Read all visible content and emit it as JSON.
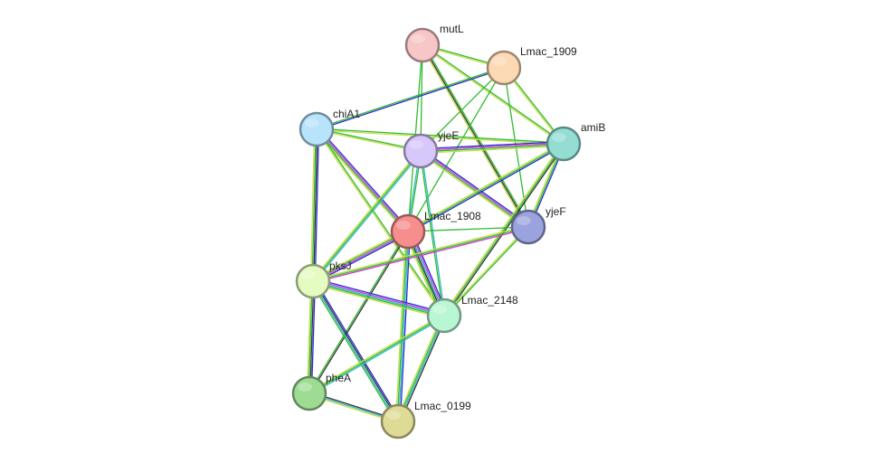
{
  "nodes": [
    {
      "id": "mutL",
      "label": "mutL",
      "color": "#f7c6c7"
    },
    {
      "id": "Lmac_1909",
      "label": "Lmac_1909",
      "color": "#fdd9b5"
    },
    {
      "id": "chiA1",
      "label": "chiA1",
      "color": "#b7e3fb"
    },
    {
      "id": "yjeE",
      "label": "yjeE",
      "color": "#d7c7fb"
    },
    {
      "id": "amiB",
      "label": "amiB",
      "color": "#93ddd3"
    },
    {
      "id": "Lmac_1908",
      "label": "Lmac_1908",
      "color": "#f68e8e"
    },
    {
      "id": "yjeF",
      "label": "yjeF",
      "color": "#9aa3de"
    },
    {
      "id": "pksJ",
      "label": "pksJ",
      "color": "#e4fbc1"
    },
    {
      "id": "Lmac_2148",
      "label": "Lmac_2148",
      "color": "#b9f7d4"
    },
    {
      "id": "pheA",
      "label": "pheA",
      "color": "#9edc94"
    },
    {
      "id": "Lmac_0199",
      "label": "Lmac_0199",
      "color": "#dedb96"
    }
  ],
  "edge_colors": {
    "green": "#2fbb2f",
    "yellow": "#c7dd4a",
    "blue": "#2a2bd6",
    "pink": "#d43bd4",
    "cyan": "#2fb8c8",
    "black": "#333333"
  },
  "edges": [
    {
      "a": "mutL",
      "b": "Lmac_1909",
      "types": [
        "green",
        "yellow"
      ]
    },
    {
      "a": "mutL",
      "b": "yjeE",
      "types": [
        "green"
      ]
    },
    {
      "a": "mutL",
      "b": "amiB",
      "types": [
        "green",
        "yellow"
      ]
    },
    {
      "a": "mutL",
      "b": "yjeF",
      "types": [
        "green",
        "black",
        "yellow"
      ]
    },
    {
      "a": "mutL",
      "b": "Lmac_1908",
      "types": [
        "green"
      ]
    },
    {
      "a": "Lmac_1909",
      "b": "chiA1",
      "types": [
        "blue",
        "green"
      ]
    },
    {
      "a": "Lmac_1909",
      "b": "amiB",
      "types": [
        "green",
        "yellow"
      ]
    },
    {
      "a": "Lmac_1909",
      "b": "yjeF",
      "types": [
        "green"
      ]
    },
    {
      "a": "Lmac_1909",
      "b": "yjeE",
      "types": [
        "green"
      ]
    },
    {
      "a": "Lmac_1909",
      "b": "Lmac_1908",
      "types": [
        "green"
      ]
    },
    {
      "a": "chiA1",
      "b": "yjeE",
      "types": [
        "green",
        "yellow"
      ]
    },
    {
      "a": "chiA1",
      "b": "amiB",
      "types": [
        "green",
        "yellow"
      ]
    },
    {
      "a": "chiA1",
      "b": "Lmac_1908",
      "types": [
        "blue",
        "pink",
        "green",
        "yellow"
      ]
    },
    {
      "a": "chiA1",
      "b": "pksJ",
      "types": [
        "blue",
        "black",
        "green",
        "yellow"
      ]
    },
    {
      "a": "chiA1",
      "b": "Lmac_2148",
      "types": [
        "green",
        "yellow"
      ]
    },
    {
      "a": "yjeE",
      "b": "amiB",
      "types": [
        "blue",
        "pink",
        "green",
        "yellow"
      ]
    },
    {
      "a": "yjeE",
      "b": "yjeF",
      "types": [
        "blue",
        "pink",
        "green",
        "yellow"
      ]
    },
    {
      "a": "yjeE",
      "b": "Lmac_1908",
      "types": [
        "green",
        "cyan"
      ]
    },
    {
      "a": "yjeE",
      "b": "pksJ",
      "types": [
        "cyan",
        "green",
        "yellow"
      ]
    },
    {
      "a": "yjeE",
      "b": "Lmac_2148",
      "types": [
        "cyan",
        "green"
      ]
    },
    {
      "a": "amiB",
      "b": "yjeF",
      "types": [
        "blue",
        "green",
        "yellow"
      ]
    },
    {
      "a": "amiB",
      "b": "Lmac_1908",
      "types": [
        "blue",
        "green",
        "yellow"
      ]
    },
    {
      "a": "amiB",
      "b": "Lmac_2148",
      "types": [
        "black",
        "green",
        "yellow"
      ]
    },
    {
      "a": "Lmac_1908",
      "b": "yjeF",
      "types": [
        "green"
      ]
    },
    {
      "a": "Lmac_1908",
      "b": "pksJ",
      "types": [
        "blue",
        "pink",
        "green",
        "yellow"
      ]
    },
    {
      "a": "Lmac_1908",
      "b": "Lmac_2148",
      "types": [
        "blue",
        "pink",
        "cyan",
        "black",
        "green",
        "yellow"
      ]
    },
    {
      "a": "Lmac_1908",
      "b": "pheA",
      "types": [
        "black",
        "green"
      ]
    },
    {
      "a": "Lmac_1908",
      "b": "Lmac_0199",
      "types": [
        "blue",
        "cyan",
        "green",
        "yellow"
      ]
    },
    {
      "a": "yjeF",
      "b": "pksJ",
      "types": [
        "pink",
        "green",
        "yellow"
      ]
    },
    {
      "a": "yjeF",
      "b": "Lmac_2148",
      "types": [
        "green",
        "yellow"
      ]
    },
    {
      "a": "pksJ",
      "b": "Lmac_2148",
      "types": [
        "blue",
        "pink",
        "cyan",
        "green",
        "yellow"
      ]
    },
    {
      "a": "pksJ",
      "b": "pheA",
      "types": [
        "blue",
        "black",
        "green",
        "yellow"
      ]
    },
    {
      "a": "pksJ",
      "b": "Lmac_0199",
      "types": [
        "blue",
        "black",
        "cyan",
        "green"
      ]
    },
    {
      "a": "Lmac_2148",
      "b": "pheA",
      "types": [
        "cyan",
        "green",
        "yellow"
      ]
    },
    {
      "a": "Lmac_2148",
      "b": "Lmac_0199",
      "types": [
        "black",
        "cyan",
        "green",
        "yellow"
      ]
    },
    {
      "a": "pheA",
      "b": "Lmac_0199",
      "types": [
        "black",
        "cyan",
        "yellow"
      ]
    }
  ]
}
